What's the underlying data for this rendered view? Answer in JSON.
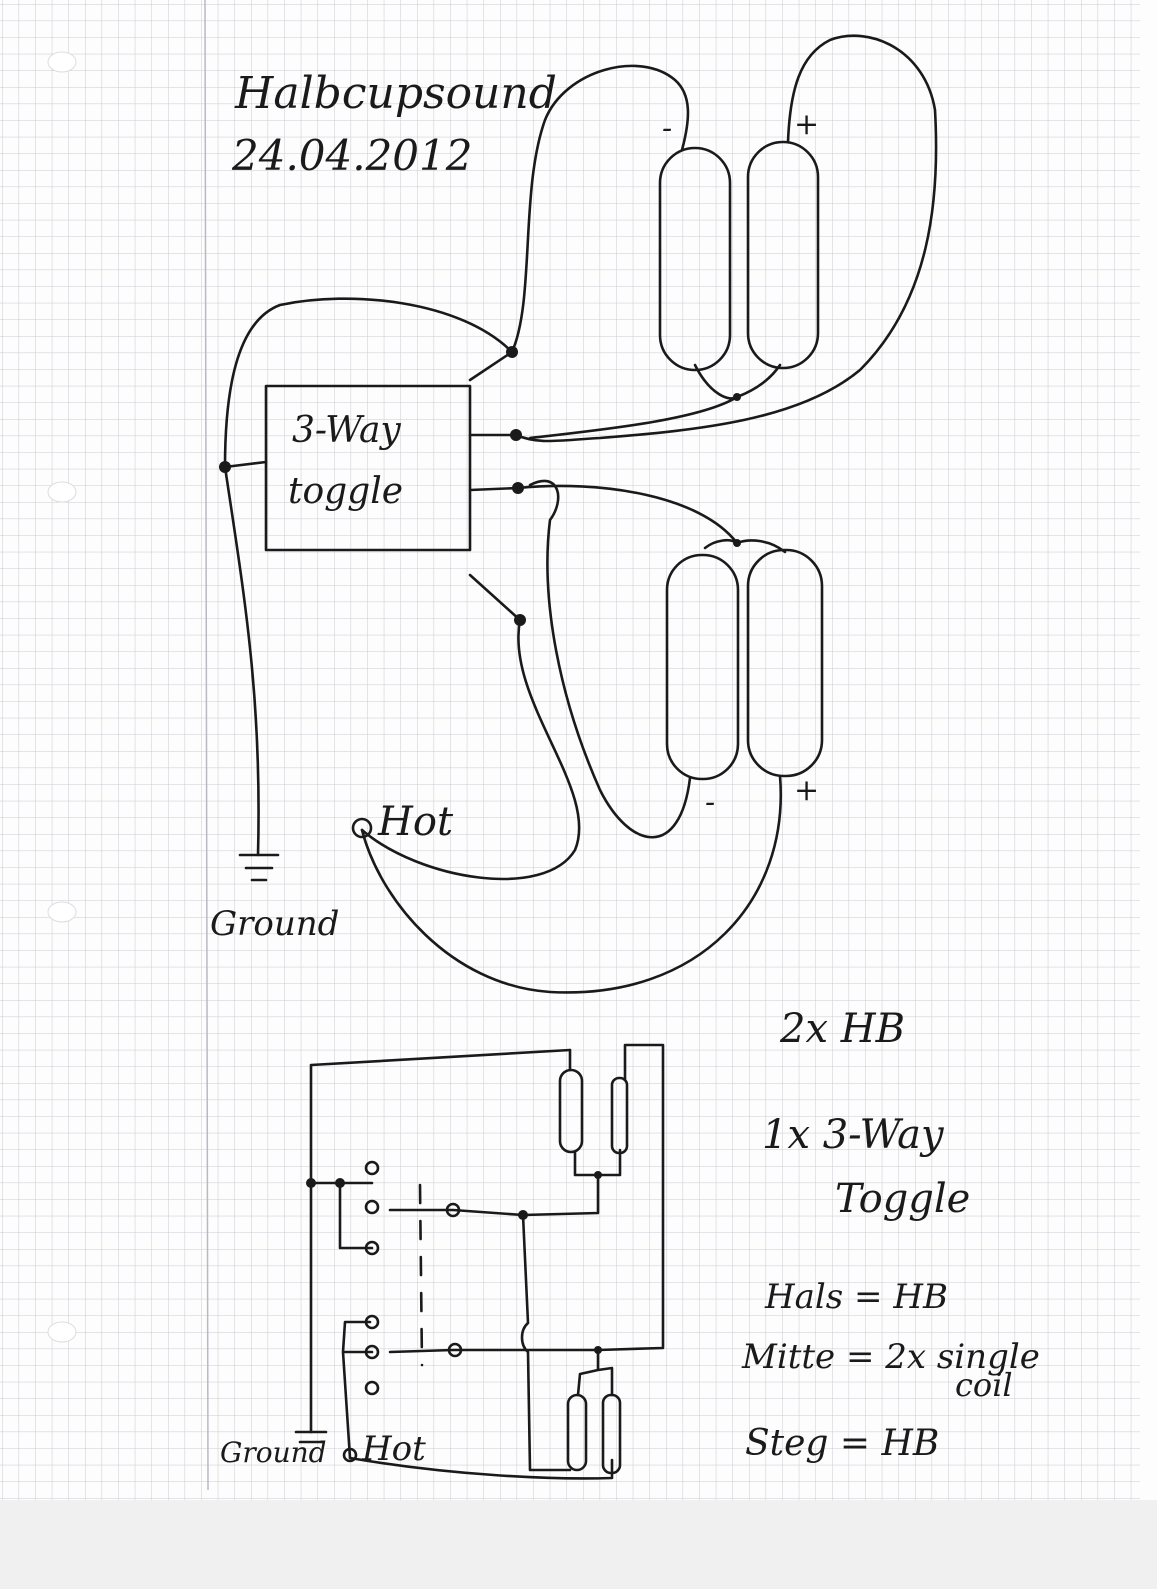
{
  "header": {
    "title": "Halbcupsound",
    "date": "24.04.2012"
  },
  "upper_diagram": {
    "switch_label_line1": "3-Way",
    "switch_label_line2": "toggle",
    "neck_pickup": {
      "minus": "-",
      "plus": "+"
    },
    "bridge_pickup": {
      "minus": "-",
      "plus": "+"
    },
    "hot_label": "Hot",
    "ground_label": "Ground"
  },
  "lower_diagram": {
    "ground_label": "Ground",
    "hot_label": "Hot"
  },
  "notes": {
    "line1": "2x HB",
    "line2": "1x 3-Way",
    "line3": "Toggle",
    "line4": "Hals = HB",
    "line5": "Mitte = 2x single",
    "line6": "coil",
    "line7": "Steg = HB"
  },
  "colors": {
    "ink": "#1a1a1a",
    "grid": "#c9c9d4",
    "margin": "#b9b9c6"
  }
}
